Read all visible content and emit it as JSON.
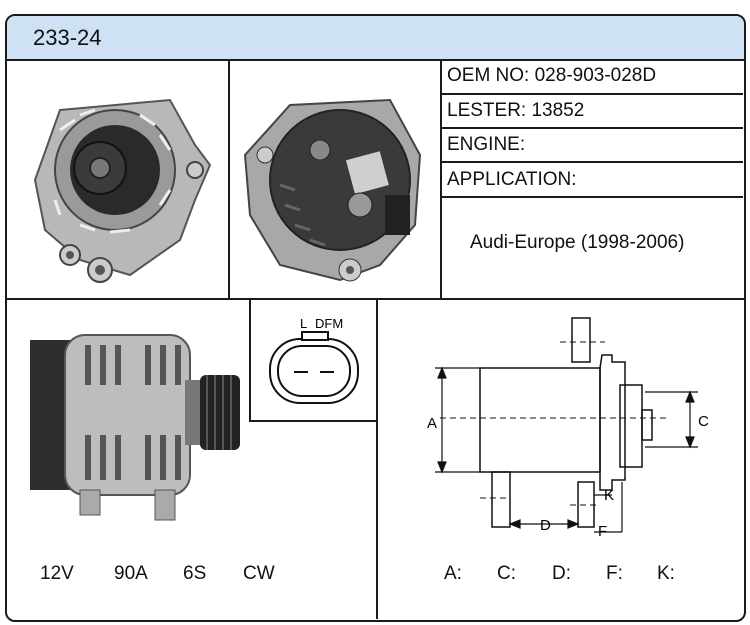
{
  "header": {
    "part_number": "233-24"
  },
  "specs": {
    "oem": "OEM NO: 028-903-028D",
    "lester": "LESTER: 13852",
    "engine": "ENGINE:",
    "application": "APPLICATION:",
    "application_value": "Audi-Europe (1998-2006)"
  },
  "connector": {
    "label_l": "L",
    "label_dfm": "DFM"
  },
  "ratings": {
    "voltage": "12V",
    "amperage": "90A",
    "pulley": "6S",
    "rotation": "CW"
  },
  "dimensions": {
    "labels": [
      "A:",
      "C:",
      "D:",
      "F:",
      "K:"
    ],
    "diagram_letters": {
      "a": "A",
      "c": "C",
      "d": "D",
      "f": "F",
      "k": "K"
    }
  },
  "colors": {
    "header_bg": "#cfe2f5",
    "border": "#1a1a1a"
  }
}
